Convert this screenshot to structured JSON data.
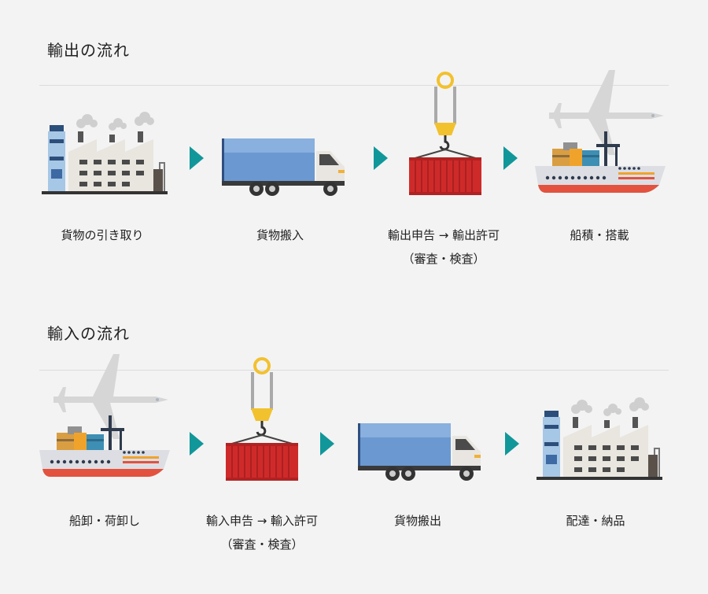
{
  "export": {
    "title": "輸出の流れ",
    "steps": [
      {
        "icon": "factory-icon",
        "line1": "貨物の引き取り",
        "line2": ""
      },
      {
        "icon": "truck-icon",
        "line1": "貨物搬入",
        "line2": ""
      },
      {
        "icon": "crane-container-icon",
        "line1": "輸出申告 → 輸出許可",
        "line2": "（審査・検査）"
      },
      {
        "icon": "ship-plane-icon",
        "line1": "船積・搭載",
        "line2": ""
      }
    ]
  },
  "import": {
    "title": "輸入の流れ",
    "steps": [
      {
        "icon": "ship-plane-icon",
        "line1": "船卸・荷卸し",
        "line2": ""
      },
      {
        "icon": "crane-container-icon",
        "line1": "輸入申告 → 輸入許可",
        "line2": "（審査・検査）"
      },
      {
        "icon": "truck-icon",
        "line1": "貨物搬出",
        "line2": ""
      },
      {
        "icon": "factory-icon",
        "line1": "配達・納品",
        "line2": ""
      }
    ]
  },
  "colors": {
    "arrow": "#11979a",
    "container": "#cf2a2a",
    "truck_box": "#6b98d0",
    "hook": "#f2c12e",
    "ship_stripe": "#e2523f",
    "factory_wall": "#e9e5df"
  }
}
